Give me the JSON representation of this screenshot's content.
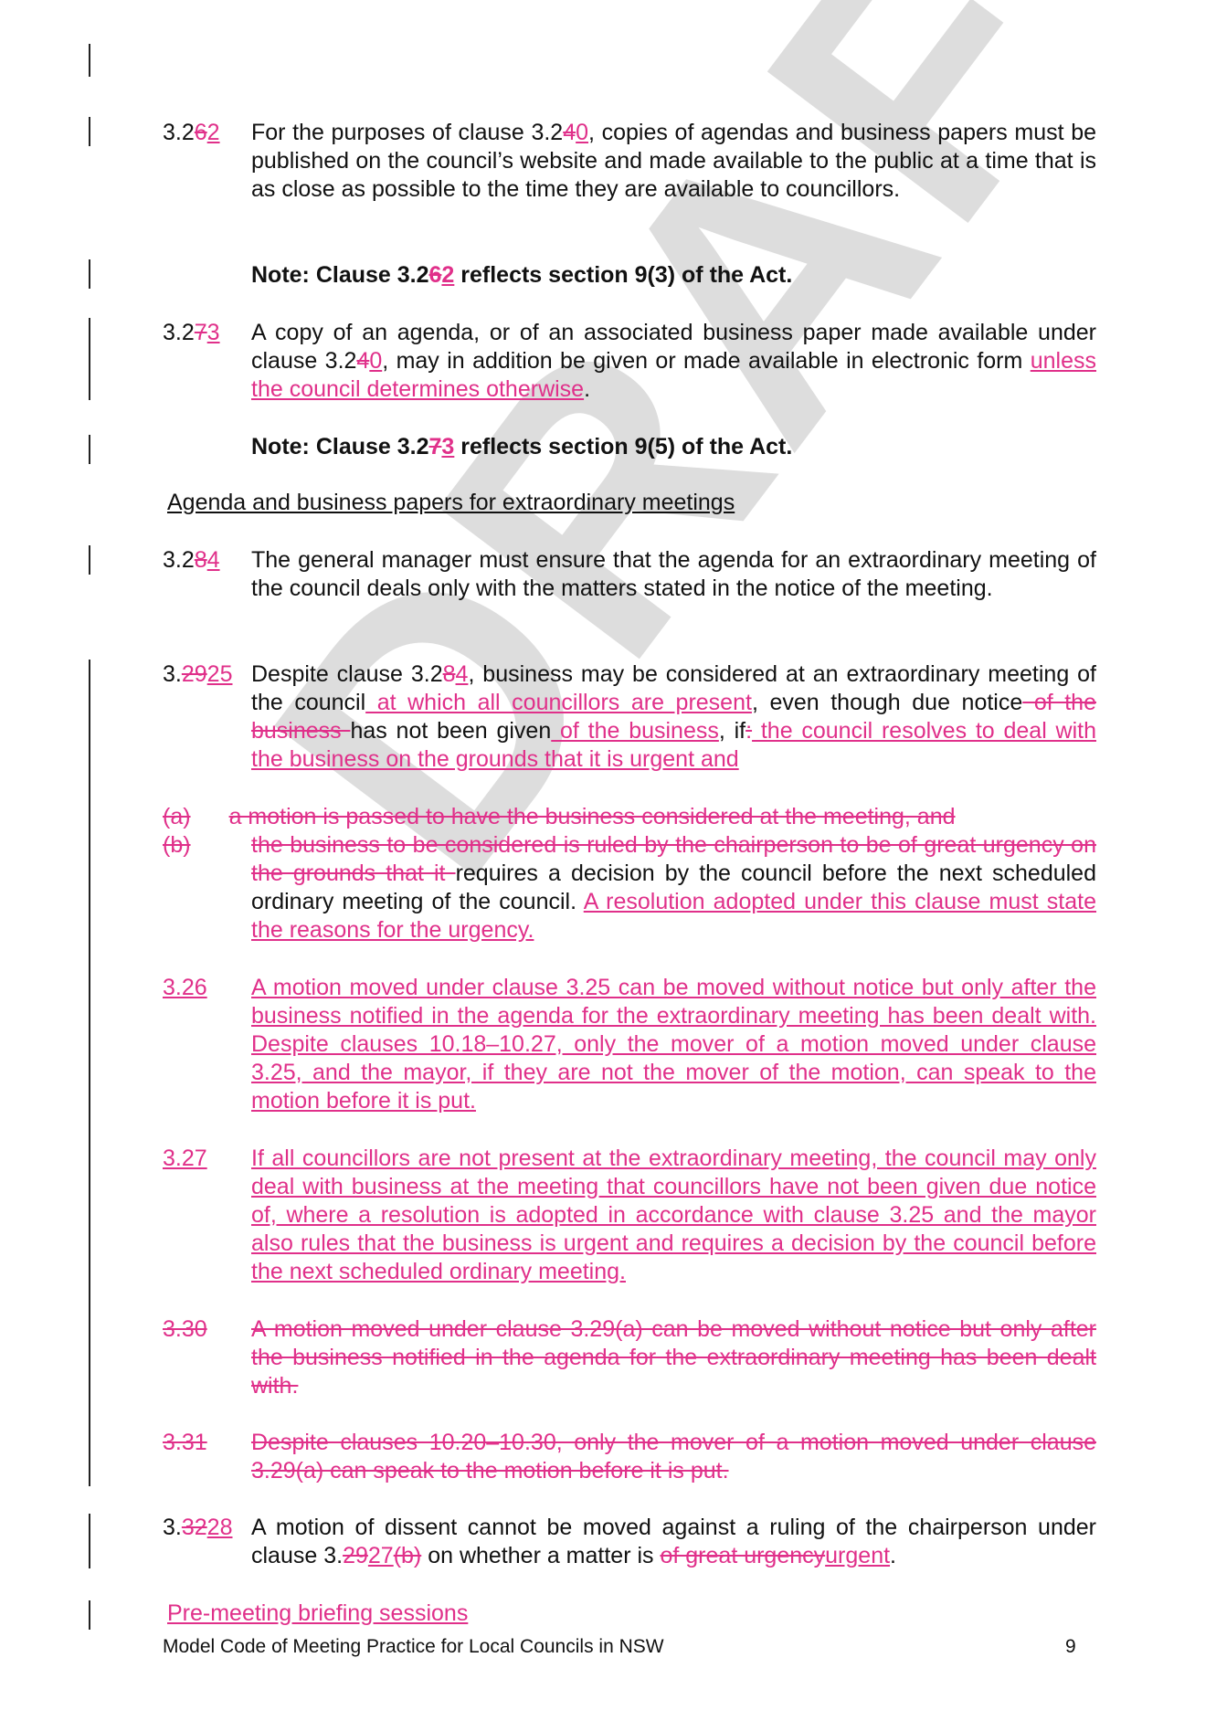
{
  "watermark": "DRAFT",
  "p262": {
    "num_a": "3.2",
    "num_del": "6",
    "num_ins": "2",
    "t1": "For the purposes of clause 3.2",
    "t1_del": "4",
    "t1_ins": "0",
    "t2": ", copies of agendas and business papers must be published on the council’s website and made available to the public at a time that is as close as possible to the time they are available to councillors."
  },
  "note262": {
    "a": "Note: Clause 3.2",
    "del": "6",
    "ins": "2",
    "b": " reflects section 9(3) of the Act."
  },
  "p273": {
    "num_a": "3.2",
    "num_del": "7",
    "num_ins": "3",
    "t1": "A copy of an agenda, or of an associated business paper made available under clause 3.2",
    "t1_del": "4",
    "t1_ins": "0",
    "t2": ", may in addition be given or made available in electronic form ",
    "t2_ins": "unless the council determines otherwise",
    "t3": "."
  },
  "note273": {
    "a": "Note: Clause 3.2",
    "del": "7",
    "ins": "3",
    "b": " reflects section 9(5) of the Act."
  },
  "heading_extra": "Agenda and business papers for extraordinary meetings",
  "p284": {
    "num_a": "3.2",
    "num_del": "8",
    "num_ins": "4",
    "t1": "The general manager must ensure that the agenda for an extraordinary meeting of the council deals only with the matters stated in the notice of the meeting."
  },
  "p2925": {
    "num_a": "3.",
    "num_del": "29",
    "num_ins": "25",
    "s1": "Despite clause 3.2",
    "s1_del": "8",
    "s1_ins": "4",
    "s2": ", business may be considered at an extraordinary meeting of the council",
    "s2_ins": " at which all councillors are present",
    "s3": ", even though due notice",
    "s3_del": " of the business ",
    "s4": "has not been given",
    "s4_ins": " of the business",
    "s5": ", if",
    "s5_del": ":",
    "s5_ins": " the council resolves to deal with the business on the grounds that it is urgent and"
  },
  "items_deleted": {
    "a_label": "(a)",
    "a_text": "a motion is passed to have the business considered at the meeting, and",
    "b_label": "(b)",
    "b_text": "the business to be considered is ruled by the chairperson to be of great urgency on the grounds that it ",
    "b_cont": "requires a decision by the council before the next scheduled ordinary meeting of the council. ",
    "b_ins": "A resolution adopted under this clause must state the reasons for the urgency."
  },
  "p326": {
    "num": "3.26",
    "text": "A motion moved under clause 3.25 can be moved without notice but only after the business notified in the agenda for the extraordinary meeting has been dealt with. Despite clauses 10.18–10.27, only the mover of a motion moved under clause 3.25, and the mayor, if they are not the mover of the motion, can speak to the motion before it is put."
  },
  "p327": {
    "num": "3.27",
    "text": "If all councillors are not present at the extraordinary meeting, the council may only deal with business at the meeting that councillors have not been given due notice of, where a resolution is adopted in accordance with clause 3.25 and the mayor also rules that the business is urgent and requires a decision by the council before the next scheduled ordinary meeting."
  },
  "p330": {
    "num": "3.30",
    "text": "A motion moved under clause 3.29(a) can be moved without notice but only after the business notified in the agenda for the extraordinary meeting has been dealt with."
  },
  "p331": {
    "num": "3.31",
    "text": "Despite clauses 10.20–10.30, only the mover of a motion moved under clause 3.29(a) can speak to the motion before it is put."
  },
  "p3228": {
    "num_a": "3.",
    "num_del": "32",
    "num_ins": "28",
    "t1": "A motion of dissent cannot be moved against a ruling of the chairperson under clause 3.",
    "t1_del": "29",
    "t1_ins": "27",
    "t1_del2": "(b)",
    "t2": " on whether a matter is ",
    "t2_del": "of great urgency",
    "t2_ins": "urgent",
    "t3": "."
  },
  "heading_prebrief": "Pre-meeting briefing sessions",
  "footer": {
    "title": "Model Code of Meeting Practice for Local Councils in NSW",
    "page": "9"
  },
  "colors": {
    "tracked_change": "#e0308a",
    "text": "#111111"
  }
}
